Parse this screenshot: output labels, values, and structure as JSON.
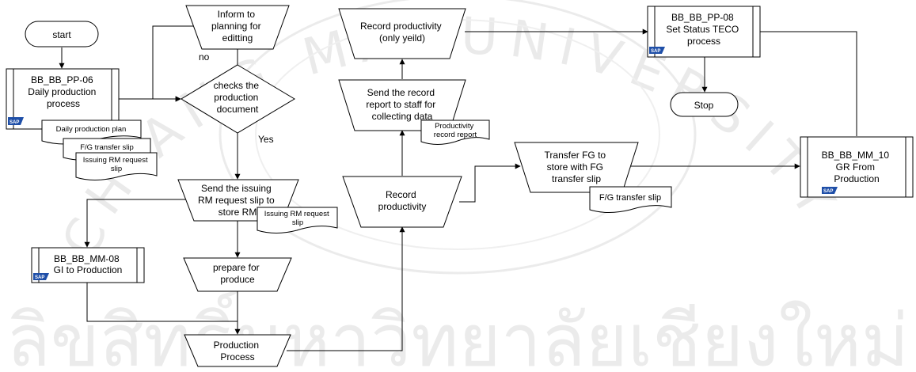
{
  "watermark": {
    "arc_text": "CHIANG MAI UNIVERSITY",
    "thai_text": "ลิขสิทธิ์มหาวิทยาลัยเชียงใหม่",
    "color": "#d9d9d9"
  },
  "colors": {
    "line": "#000000",
    "fill": "#ffffff",
    "sap": "#1f4fa8"
  },
  "nodes": {
    "start": {
      "text": "start"
    },
    "pp06": {
      "lines": [
        "BB_BB_PP-06",
        "Daily production",
        "process"
      ],
      "badge": "SAP"
    },
    "doc_daily_plan": {
      "text": "Daily production plan"
    },
    "doc_fg_transfer_1": {
      "text": "F/G transfer slip"
    },
    "doc_issuing_1": {
      "lines": [
        "Issuing RM request",
        "slip"
      ]
    },
    "inform": {
      "lines": [
        "Inform to",
        "planning for",
        "editting"
      ]
    },
    "no_label": {
      "text": "no"
    },
    "checks": {
      "lines": [
        "checks the",
        "production",
        "document"
      ]
    },
    "yes_label": {
      "text": "Yes"
    },
    "send_issuing": {
      "lines": [
        "Send the issuing",
        "RM request slip to",
        "store RM"
      ]
    },
    "doc_issuing_2": {
      "lines": [
        "Issuing RM request",
        "slip"
      ]
    },
    "mm08": {
      "lines": [
        "BB_BB_MM-08",
        "GI to Production"
      ],
      "badge": "SAP"
    },
    "prepare": {
      "lines": [
        "prepare for",
        "produce"
      ]
    },
    "production_process": {
      "lines": [
        "Production",
        "Process"
      ]
    },
    "record_productivity": {
      "lines": [
        "Record",
        "productivity"
      ]
    },
    "send_record": {
      "lines": [
        "Send the record",
        "report to staff for",
        "collecting data"
      ]
    },
    "doc_prod_record": {
      "lines": [
        "Productivity",
        "record report"
      ]
    },
    "record_yield": {
      "lines": [
        "Record productivity",
        "(only yeild)"
      ]
    },
    "transfer_fg": {
      "lines": [
        "Transfer FG to",
        "store with FG",
        "transfer slip"
      ]
    },
    "doc_fg_transfer_2": {
      "text": "F/G transfer slip"
    },
    "mm10": {
      "lines": [
        "BB_BB_MM_10",
        "GR From",
        "Production"
      ],
      "badge": "SAP"
    },
    "pp08": {
      "lines": [
        "BB_BB_PP-08",
        "Set Status TECO",
        "process"
      ],
      "badge": "SAP"
    },
    "stop": {
      "text": "Stop"
    }
  }
}
